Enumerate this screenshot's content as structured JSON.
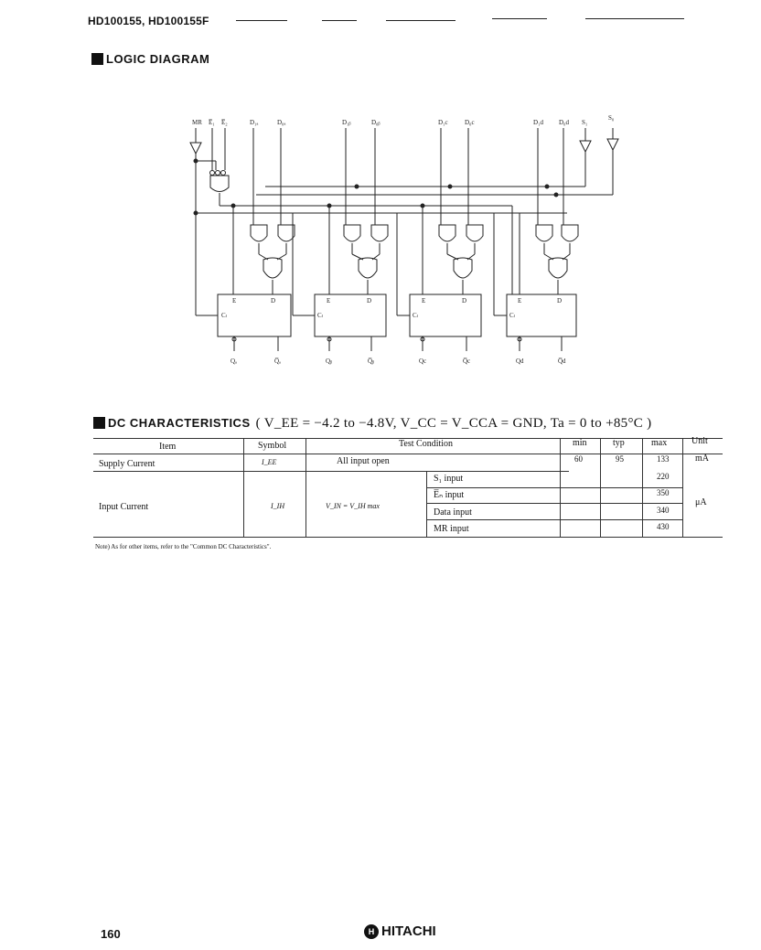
{
  "header": {
    "part_numbers": "HD100155, HD100155F"
  },
  "logic_diagram": {
    "title": "LOGIC DIAGRAM",
    "inputs": [
      "MR",
      "E̅₁",
      "E̅₂",
      "D₁ₐ",
      "D₀ₐ",
      "D₁ᵦ",
      "D₀ᵦ",
      "D₁c",
      "D₀c",
      "D₁d",
      "D₀d",
      "S₁",
      "S₀"
    ],
    "latch_pins": {
      "enable": "E",
      "data": "D",
      "clear": "Cₗ"
    },
    "outputs": [
      "Qₐ",
      "Q̅ₐ",
      "Qᵦ",
      "Q̅ᵦ",
      "Qc",
      "Q̅c",
      "Qd",
      "Q̅d"
    ]
  },
  "dc": {
    "title": "DC CHARACTERISTICS",
    "conditions": "( V_EE = −4.2 to −4.8V, V_CC = V_CCA = GND, Ta = 0 to +85°C )",
    "headers": {
      "item": "Item",
      "symbol": "Symbol",
      "test_condition": "Test Condition",
      "min": "min",
      "typ": "typ",
      "max": "max",
      "unit": "Unit"
    },
    "supply": {
      "item": "Supply Current",
      "symbol": "I_EE",
      "condition": "All input open",
      "min": "60",
      "typ": "95",
      "max": "133",
      "unit": "mA"
    },
    "input": {
      "item": "Input Current",
      "symbol": "I_IH",
      "condition": "V_IN = V_IH max",
      "unit": "μA",
      "rows": [
        {
          "label": "S₁ input",
          "max": "220"
        },
        {
          "label": "E̅ₙ input",
          "max": "350"
        },
        {
          "label": "Data input",
          "max": "340"
        },
        {
          "label": "MR input",
          "max": "430"
        }
      ]
    },
    "note": "Note)    As for other items, refer to the \"Common DC Characteristics\"."
  },
  "footer": {
    "page_number": "160",
    "brand": "HITACHI",
    "brand_symbol": "H"
  }
}
